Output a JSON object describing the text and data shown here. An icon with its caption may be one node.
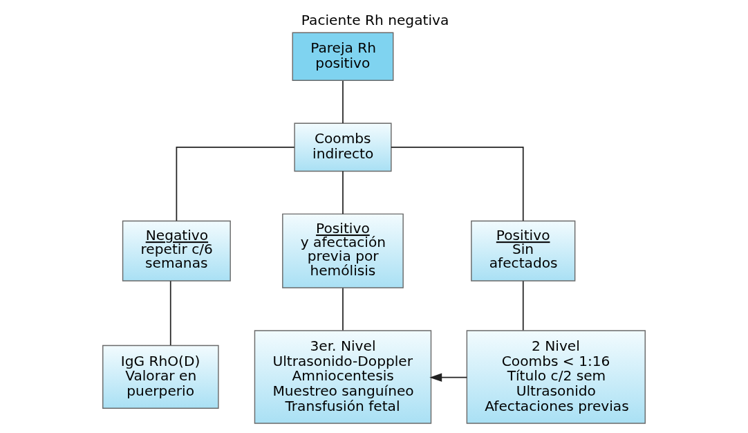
{
  "diagram": {
    "title": "Paciente Rh negativa",
    "nodes": [
      {
        "text": [
          "Pareja Rh positivo"
        ]
      },
      {
        "text": [
          "Coombs indirecto"
        ]
      },
      {
        "text": [
          "Negativo",
          "repetir c/6 semanas"
        ]
      },
      {
        "text": [
          "Positivo",
          "y afectación previa por hemólisis"
        ]
      },
      {
        "text": [
          "Positivo",
          "Sin afectados"
        ]
      },
      {
        "text": [
          "IgG RhO(D)",
          "Valorar en puerperio"
        ]
      },
      {
        "text": [
          "3er. Nivel",
          "Ultrasonido-Doppler",
          "Amniocentesis",
          "Muestreo sanguíneo",
          "Transfusión fetal"
        ]
      },
      {
        "text": [
          "2 Nivel",
          "Coombs < 1:16",
          "Título c/2 sem",
          "Ultrasonido",
          "Afectaciones previas"
        ]
      }
    ],
    "edges": [
      {
        "from": 0,
        "to": 1,
        "arrow": "none"
      },
      {
        "from": 1,
        "to": 2,
        "arrow": "none"
      },
      {
        "from": 1,
        "to": 3,
        "arrow": "none"
      },
      {
        "from": 1,
        "to": 4,
        "arrow": "none"
      },
      {
        "from": 2,
        "to": 5,
        "arrow": "none"
      },
      {
        "from": 3,
        "to": 6,
        "arrow": "none"
      },
      {
        "from": 4,
        "to": 7,
        "arrow": "none"
      },
      {
        "from": 7,
        "to": 6,
        "arrow": "to"
      }
    ]
  }
}
